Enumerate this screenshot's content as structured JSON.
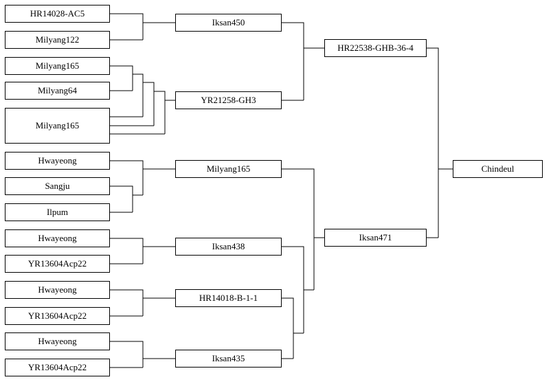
{
  "pedigree": {
    "root": "Chindeul",
    "gen1": [
      "HR22538-GHB-36-4",
      "Iksan471"
    ],
    "gen2": [
      "Iksan450",
      "YR21258-GH3",
      "Milyang165",
      "Iksan438",
      "HR14018-B-1-1",
      "Iksan435"
    ],
    "gen3": [
      "HR14028-AC5",
      "Milyang122",
      "Milyang165",
      "Milyang64",
      "Milyang165",
      "Hwayeong",
      "Sangju",
      "Ilpum",
      "Hwayeong",
      "YR13604Acp22",
      "Hwayeong",
      "YR13604Acp22",
      "Hwayeong",
      "YR13604Acp22"
    ]
  }
}
